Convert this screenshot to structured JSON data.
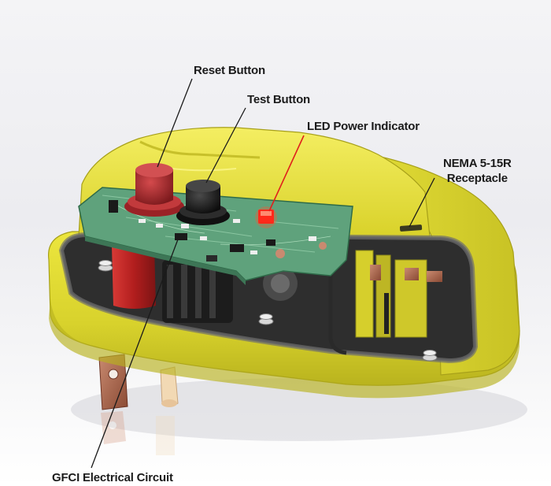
{
  "labels": {
    "reset_button": "Reset Button",
    "test_button": "Test Button",
    "led_power_indicator": "LED Power Indicator",
    "nema_line1": "NEMA 5-15R",
    "nema_line2": "Receptacle",
    "gfci_circuit": "GFCI Electrical Circuit"
  },
  "colors": {
    "housing": "#e2dc31",
    "pcb": "#66a884",
    "reset_button": "#a8262a",
    "test_button": "#1e1e1e",
    "led": "#ff2a1a",
    "leader_line": "#1a1a1a",
    "leader_line_led": "#e0201c"
  }
}
